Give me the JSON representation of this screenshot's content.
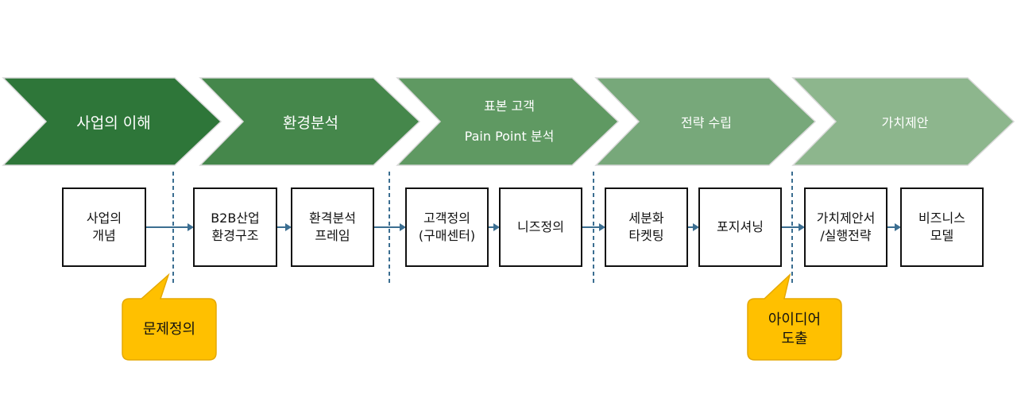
{
  "colors": {
    "chevron_1": "#2E7639",
    "chevron_2": "#45874B",
    "chevron_3": "#5F9962",
    "chevron_4": "#77A87A",
    "chevron_5": "#8DB68D",
    "connector": "#3B6E91",
    "divider": "#3B6E91",
    "callout_fill": "#FFC000",
    "callout_border": "#E5A800"
  },
  "stages": [
    {
      "label": "사업의 이해"
    },
    {
      "label": "환경분석"
    },
    {
      "label": "표본 고객\nPain Point 분석"
    },
    {
      "label": "전략 수립"
    },
    {
      "label": "가치제안"
    }
  ],
  "steps": [
    {
      "label": "사업의\n개념"
    },
    {
      "label": "B2B산업\n환경구조"
    },
    {
      "label": "환격분석\n프레임"
    },
    {
      "label": "고객정의\n(구매센터)"
    },
    {
      "label": "니즈정의"
    },
    {
      "label": "세분화\n타켓팅"
    },
    {
      "label": "포지셔닝"
    },
    {
      "label": "가치제안서\n/실행전략"
    },
    {
      "label": "비즈니스\n모델"
    }
  ],
  "callouts": [
    {
      "label": "문제정의"
    },
    {
      "label": "아이디어\n도출"
    }
  ]
}
